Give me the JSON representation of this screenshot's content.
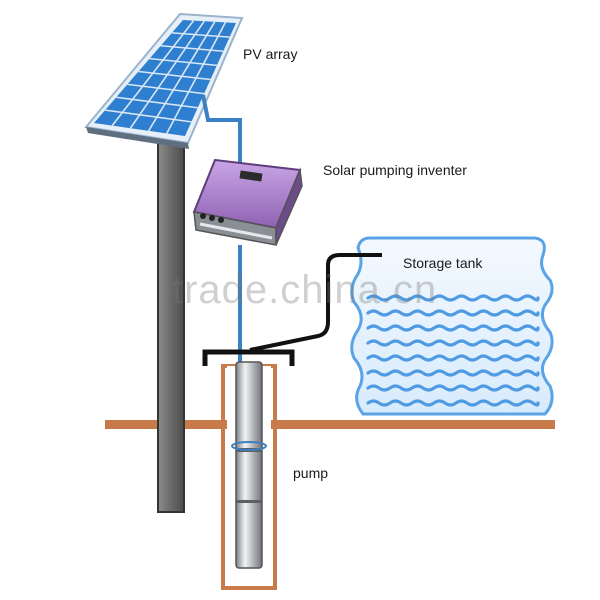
{
  "labels": {
    "pv_array": "PV array",
    "inverter": "Solar pumping inventer",
    "storage_tank": "Storage tank",
    "pump": "pump"
  },
  "watermark": "trade.china.cn",
  "colors": {
    "panel_blue": "#2f7fd0",
    "panel_frame": "#d8e6f5",
    "pole": "#6e6e6e",
    "ground": "#c97a4a",
    "cable_blue": "#3b7fc4",
    "pipe": "#111111",
    "tank_outline": "#5aa3e6",
    "water_wave": "#4f9be3",
    "inverter_body": "#b28ad0",
    "well_casing": "#c97a4a",
    "pump_body": "#c9ccd0"
  }
}
